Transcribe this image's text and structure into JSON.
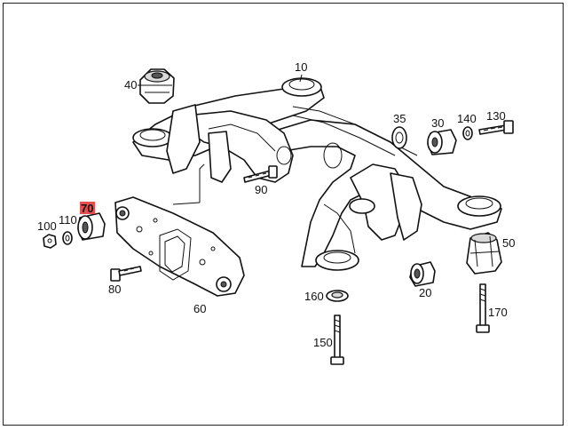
{
  "diagram": {
    "highlight_color": "#e03030",
    "labels": {
      "p10": "10",
      "p20": "20",
      "p30": "30",
      "p35": "35",
      "p40": "40",
      "p50": "50",
      "p60": "60",
      "p70": "70",
      "p80": "80",
      "p90": "90",
      "p100": "100",
      "p110": "110",
      "p130": "130",
      "p140": "140",
      "p150": "150",
      "p160": "160",
      "p170": "170"
    },
    "highlighted_part": "70"
  }
}
